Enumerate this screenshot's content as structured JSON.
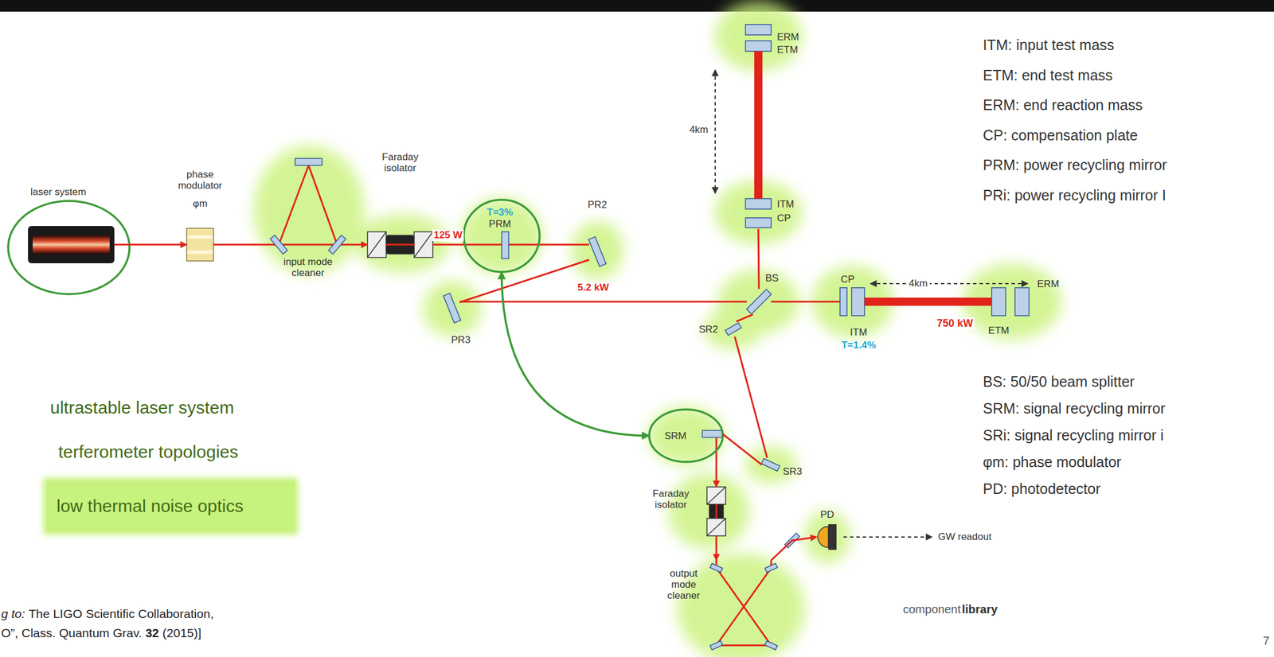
{
  "diagram": {
    "nodes": [
      {
        "text": [
          "laser system"
        ]
      },
      {
        "text": [
          "phase modulator",
          "φm"
        ]
      },
      {
        "text": [
          "input mode cleaner"
        ]
      },
      {
        "text": [
          "Faraday isolator"
        ]
      },
      {
        "text": [
          "T=3%",
          "PRM"
        ]
      },
      {
        "text": [
          "PR2"
        ]
      },
      {
        "text": [
          "PR3"
        ]
      },
      {
        "text": [
          "ERM",
          "ETM"
        ]
      },
      {
        "text": [
          "ITM",
          "CP"
        ]
      },
      {
        "text": [
          "BS"
        ]
      },
      {
        "text": [
          "CP",
          "ITM",
          "T=1.4%"
        ]
      },
      {
        "text": [
          "ERM",
          "ETM"
        ]
      },
      {
        "text": [
          "SR2"
        ]
      },
      {
        "text": [
          "SRM"
        ]
      },
      {
        "text": [
          "SR3"
        ]
      },
      {
        "text": [
          "Faraday isolator"
        ]
      },
      {
        "text": [
          "PD"
        ]
      },
      {
        "text": [
          "output mode cleaner"
        ]
      },
      {
        "text": [
          "low thermal noise optics"
        ]
      }
    ],
    "edges": [
      {
        "from": 0,
        "to": 1,
        "arrow": "to"
      },
      {
        "from": 1,
        "to": 2,
        "arrow": "none"
      },
      {
        "from": 2,
        "to": 3,
        "arrow": "to"
      },
      {
        "from": 3,
        "to": 4,
        "label": "125 W",
        "arrow": "none"
      },
      {
        "from": 4,
        "to": 5,
        "arrow": "none"
      },
      {
        "from": 5,
        "to": 6,
        "arrow": "none"
      },
      {
        "from": 6,
        "to": 9,
        "label": "5.2 kW",
        "arrow": "none"
      },
      {
        "from": 9,
        "to": 8,
        "arrow": "none"
      },
      {
        "from": 8,
        "to": 7,
        "arrow": "none"
      },
      {
        "from": 9,
        "to": 10,
        "arrow": "none"
      },
      {
        "from": 10,
        "to": 11,
        "label": "750 kW",
        "arrow": "none"
      },
      {
        "from": 9,
        "to": 12,
        "arrow": "none"
      },
      {
        "from": 12,
        "to": 14,
        "arrow": "none"
      },
      {
        "from": 14,
        "to": 13,
        "arrow": "none"
      },
      {
        "from": 13,
        "to": 15,
        "arrow": "to"
      },
      {
        "from": 15,
        "to": 17,
        "arrow": "to"
      },
      {
        "from": 17,
        "to": 16,
        "arrow": "to"
      },
      {
        "from": 4,
        "to": 13,
        "arrow": "both"
      }
    ],
    "labels": [
      "4km",
      "4km",
      "GW readout",
      "component",
      "library",
      "ITM: input test mass",
      "ETM: end test mass",
      "ERM: end reaction mass",
      "CP: compensation plate",
      "PRM: power recycling mirror",
      "PRi: power recycling mirror I",
      "BS: 50/50 beam splitter",
      "SRM: signal recycling mirror",
      "SRi: signal recycling mirror i",
      "φm: phase modulator",
      "PD: photodetector",
      "ultrastable laser system",
      "terferometer topologies",
      "g to:",
      "The LIGO Scientific Collaboration,",
      "O”, Class. Quantum Grav.",
      "32",
      "(2015)]",
      "7"
    ]
  }
}
